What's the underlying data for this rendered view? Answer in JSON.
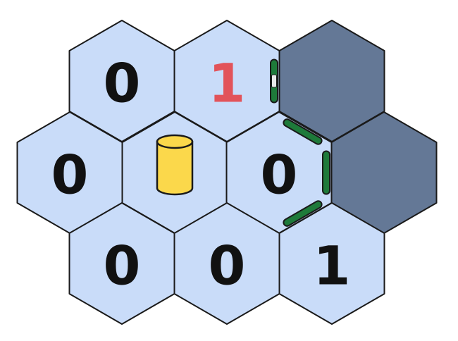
{
  "colors": {
    "background": "#ffffff",
    "revealed_fill": "#c9dcf9",
    "hidden_fill": "#647896",
    "outline": "#1a1a1a",
    "number_default": "#111111",
    "number_highlight": "#e2535a",
    "cylinder_fill": "#fbd84b",
    "wall_green": "#1e7a3a",
    "wall_marker": "#e9e9e9"
  },
  "board": {
    "cells": [
      {
        "id": "r0c0",
        "row": 0,
        "col": 0,
        "state": "revealed",
        "number": "0",
        "highlight": false
      },
      {
        "id": "r0c1",
        "row": 0,
        "col": 1,
        "state": "revealed",
        "number": "1",
        "highlight": true
      },
      {
        "id": "r0c2",
        "row": 0,
        "col": 2,
        "state": "hidden",
        "number": null
      },
      {
        "id": "r1c0",
        "row": 1,
        "col": 0,
        "state": "revealed",
        "number": "0",
        "highlight": false
      },
      {
        "id": "r1c1",
        "row": 1,
        "col": 1,
        "state": "revealed",
        "number": null,
        "piece": "cylinder-icon"
      },
      {
        "id": "r1c2",
        "row": 1,
        "col": 2,
        "state": "revealed",
        "number": "0",
        "highlight": false
      },
      {
        "id": "r1c3",
        "row": 1,
        "col": 3,
        "state": "hidden",
        "number": null
      },
      {
        "id": "r2c0",
        "row": 2,
        "col": 0,
        "state": "revealed",
        "number": "0",
        "highlight": false
      },
      {
        "id": "r2c1",
        "row": 2,
        "col": 1,
        "state": "revealed",
        "number": "0",
        "highlight": false
      },
      {
        "id": "r2c2",
        "row": 2,
        "col": 2,
        "state": "revealed",
        "number": "1",
        "highlight": false
      }
    ],
    "walls": [
      {
        "cell": "r0c1",
        "edge": "right",
        "marker": true
      },
      {
        "cell": "r1c2",
        "edge": "upper-right",
        "marker": false
      },
      {
        "cell": "r1c2",
        "edge": "right",
        "marker": false
      },
      {
        "cell": "r1c2",
        "edge": "lower-right",
        "marker": false
      }
    ]
  }
}
